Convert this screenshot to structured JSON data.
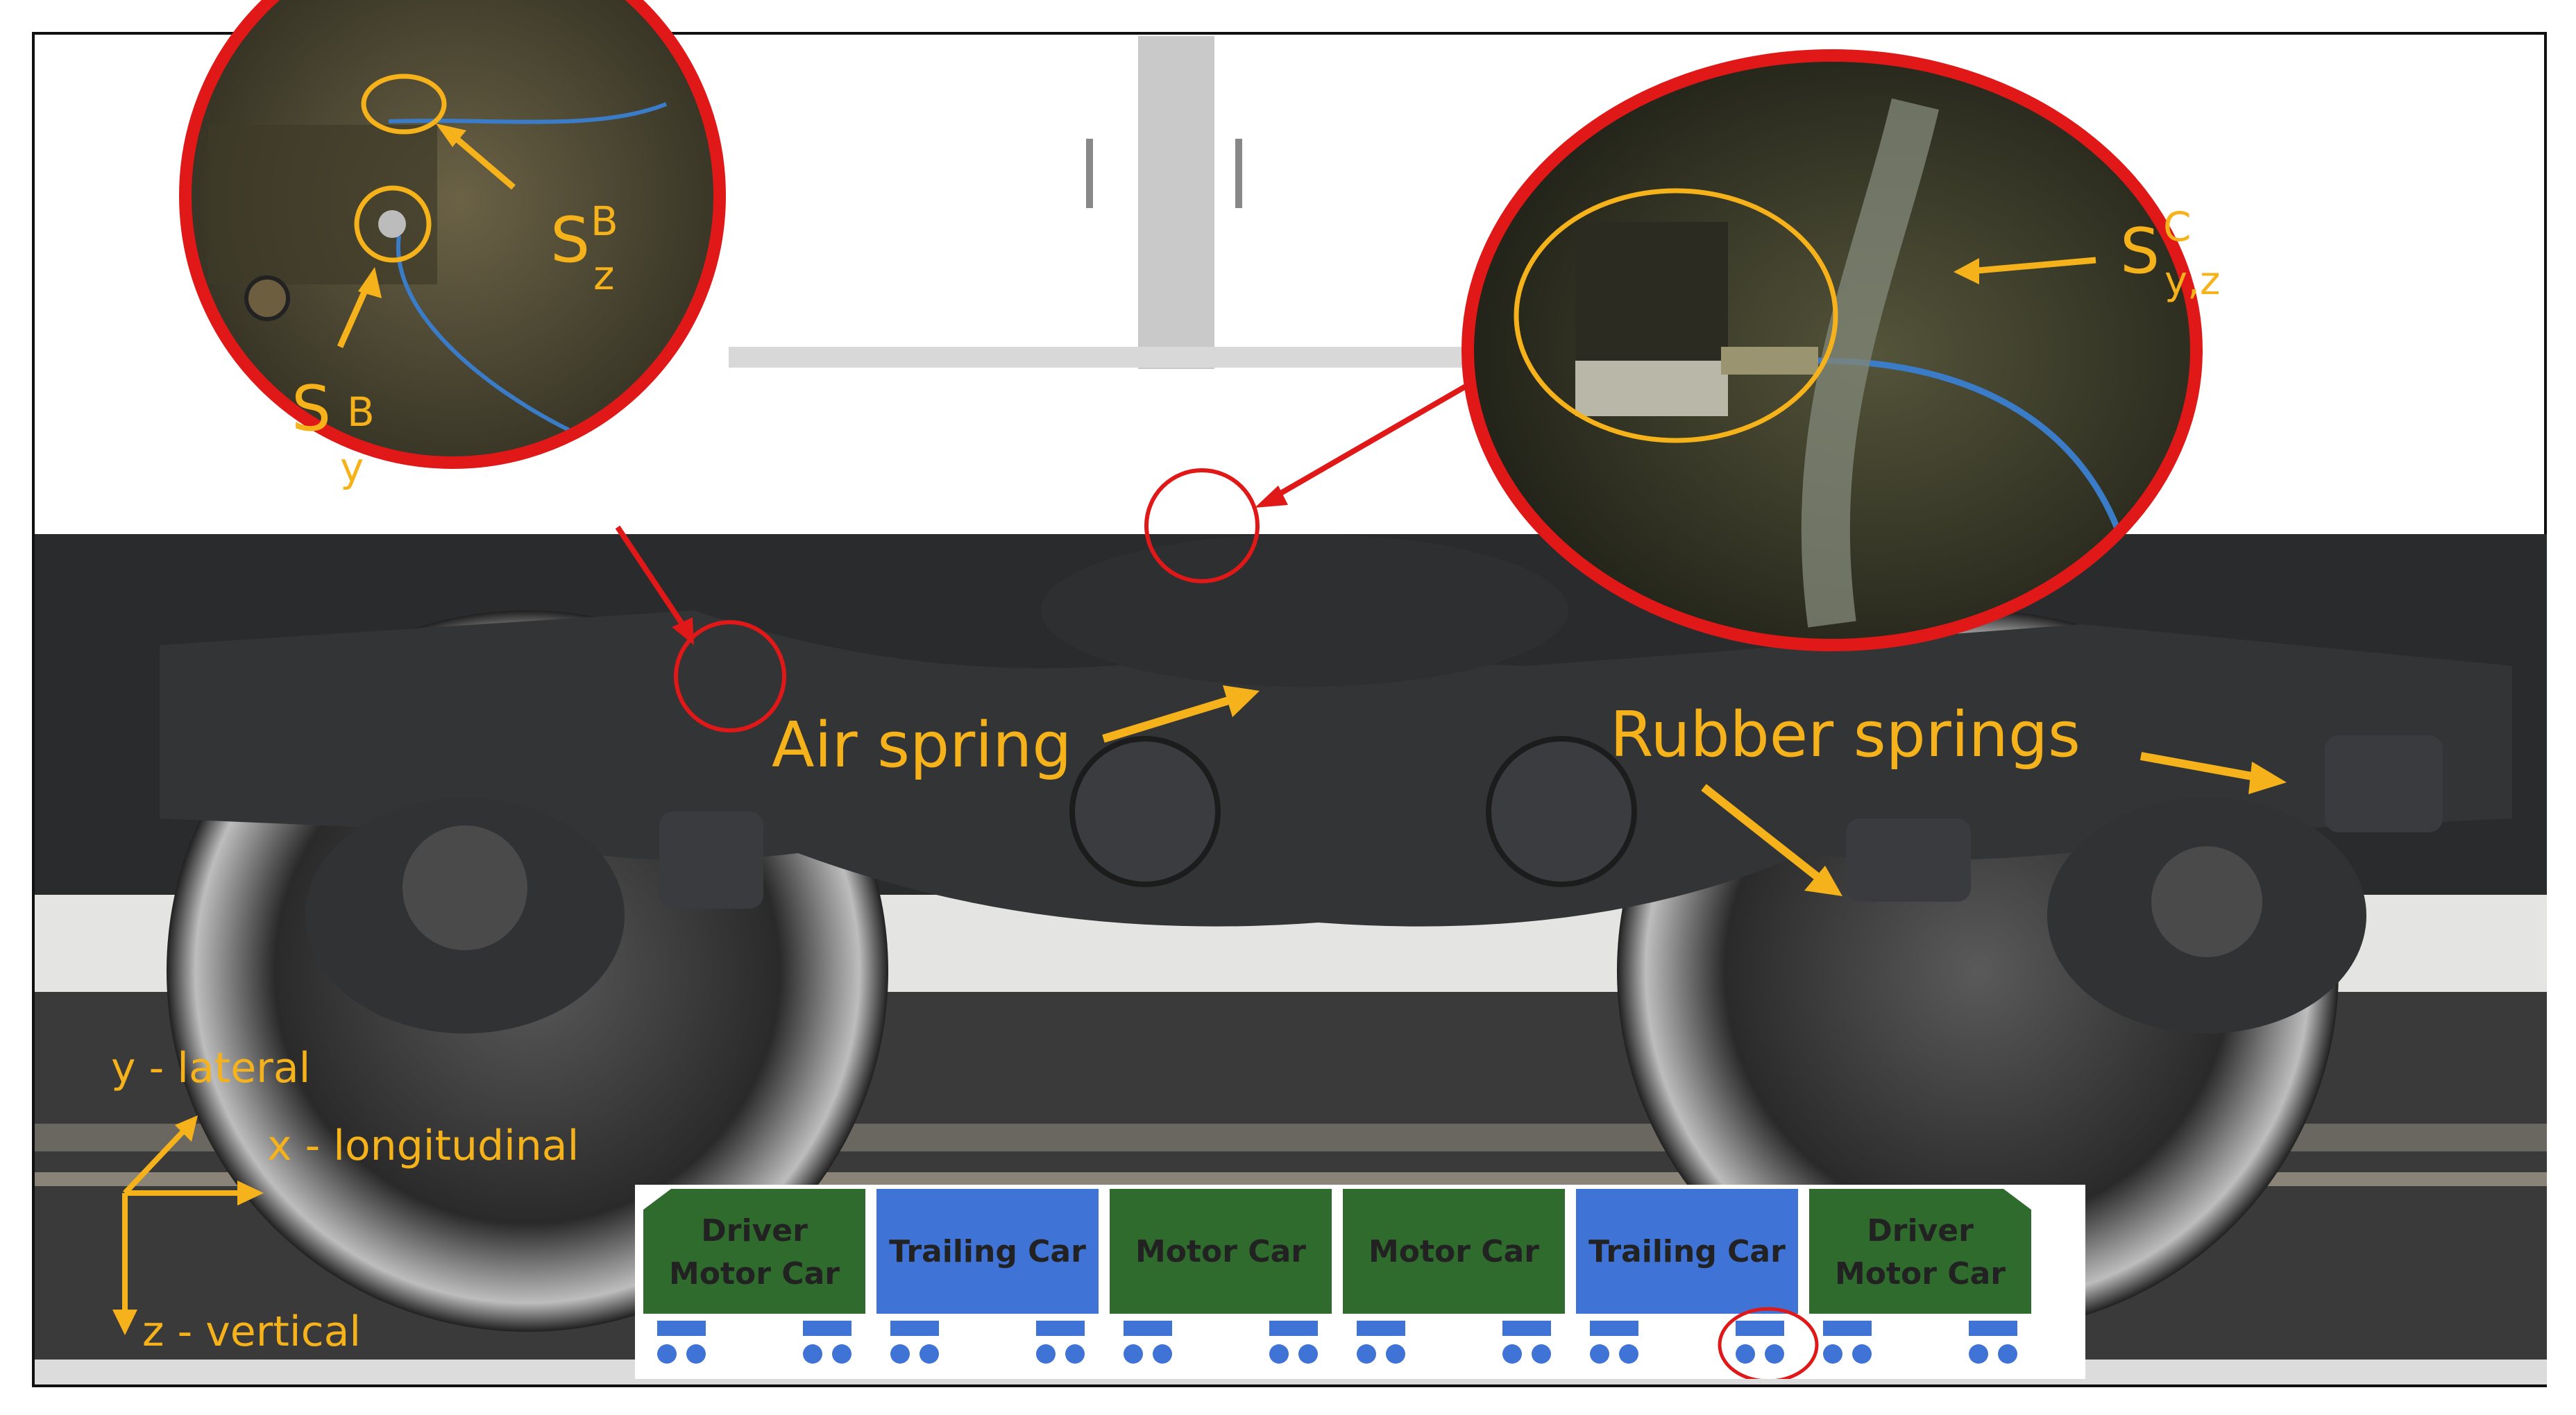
{
  "sensors": {
    "bogie_z": {
      "base": "S",
      "sup": "B",
      "sub": "z"
    },
    "bogie_y": {
      "base": "S",
      "sup": "B",
      "sub": "y"
    },
    "carbody_yz": {
      "base": "S",
      "sup": "C",
      "sub": "y,z"
    }
  },
  "labels": {
    "air_spring": "Air spring",
    "rubber_springs": "Rubber springs"
  },
  "axes": {
    "y": "y - lateral",
    "x": "x - longitudinal",
    "z": "z - vertical"
  },
  "train": {
    "cars": [
      {
        "line1": "Driver",
        "line2": "Motor Car",
        "type": "motor",
        "color": "#2f6b2c"
      },
      {
        "line1": "Trailing Car",
        "line2": "",
        "type": "trailing",
        "color": "#3f73d6"
      },
      {
        "line1": "Motor Car",
        "line2": "",
        "type": "motor",
        "color": "#2f6b2c"
      },
      {
        "line1": "Motor Car",
        "line2": "",
        "type": "motor",
        "color": "#2f6b2c"
      },
      {
        "line1": "Trailing Car",
        "line2": "",
        "type": "trailing",
        "color": "#3f73d6"
      },
      {
        "line1": "Driver",
        "line2": "Motor Car",
        "type": "motor",
        "color": "#2f6b2c"
      }
    ]
  },
  "colors": {
    "annotation": "#f5b21a",
    "highlight_circle": "#e01818",
    "motor_car": "#2f6b2c",
    "trailing_car": "#3f73d6"
  }
}
